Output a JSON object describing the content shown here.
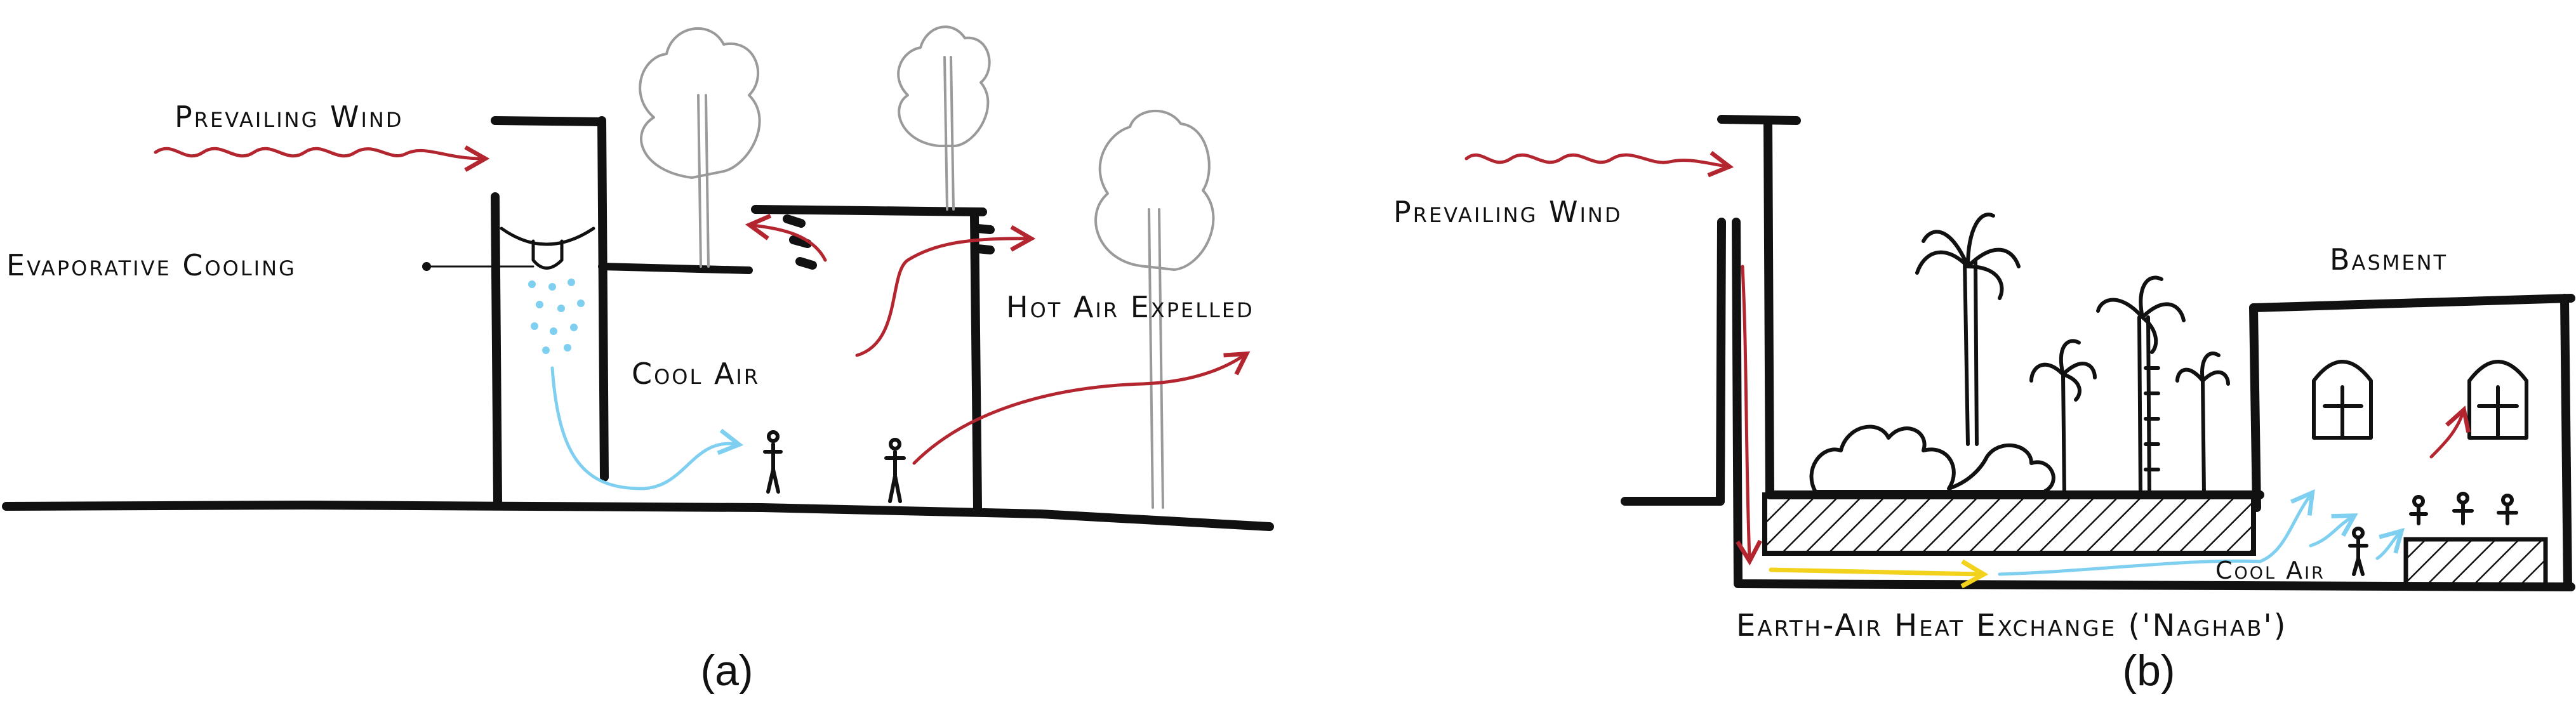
{
  "panel_a": {
    "caption": "(a)",
    "prevailing_wind_label": "Prevailing Wind",
    "evaporative_cooling_label": "Evaporative Cooling",
    "cool_air_label": "Cool Air",
    "hot_air_label": "Hot Air Expelled"
  },
  "panel_b": {
    "caption": "(b)",
    "prevailing_wind_label": "Prevailing Wind",
    "basement_label": "Basment",
    "cool_air_label": "Cool Air",
    "earth_air_label": "Earth-Air Heat Exchange ('Naghab')"
  },
  "colors": {
    "wind": "#b3262f",
    "cool_air": "#7fcff0",
    "earth_air": "#f2d21c",
    "ink": "#111111",
    "tree": "#9a9a9a"
  }
}
